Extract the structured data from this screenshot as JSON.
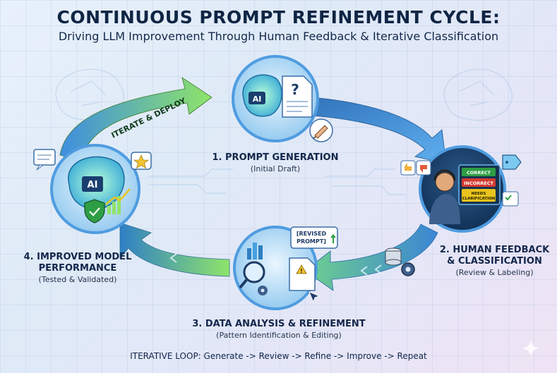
{
  "title": "CONTINUOUS PROMPT REFINEMENT CYCLE:",
  "subtitle": "Driving LLM Improvement Through Human Feedback & Iterative Classification",
  "arrow_label": "ITERATE & DEPLOY",
  "steps": [
    {
      "title": "1. PROMPT GENERATION",
      "subtitle": "(Initial Draft)",
      "badge": "AI",
      "doc_mark": "?"
    },
    {
      "title_line1": "2. HUMAN FEEDBACK",
      "title_line2": "& CLASSIFICATION",
      "subtitle": "(Review & Labeling)",
      "tags": [
        "CORRECT",
        "INCORRECT",
        "NEEDS CLARIFICATION"
      ]
    },
    {
      "title": "3. DATA ANALYSIS & REFINEMENT",
      "subtitle": "(Pattern Identification & Editing)",
      "bubble_line1": "[REVISED",
      "bubble_line2": "PROMPT]",
      "doc_mark": "!"
    },
    {
      "title_line1": "4. IMPROVED MODEL",
      "title_line2": "PERFORMANCE",
      "subtitle": "(Tested & Validated)",
      "badge": "AI"
    }
  ],
  "footer": "ITERATIVE LOOP: Generate -> Review -> Refine -> Improve -> Repeat",
  "icons": [
    "brain-icon",
    "document-icon",
    "hand-writing-icon",
    "headset-person-icon",
    "thumbs-up-icon",
    "thumbs-down-icon",
    "tag-icon",
    "database-icon",
    "gear-icon",
    "magnifier-icon",
    "bar-chart-icon",
    "shield-check-icon",
    "chat-bubble-icon",
    "star-icon",
    "sparkle-icon"
  ],
  "colors": {
    "title": "#0f2544",
    "arrow_green": "#7fdc5a",
    "arrow_blue": "#2f7fc6",
    "circle_ring": "#5aa7e6",
    "correct": "#2e9e44",
    "incorrect": "#d23b32",
    "needs": "#e9c41e"
  }
}
